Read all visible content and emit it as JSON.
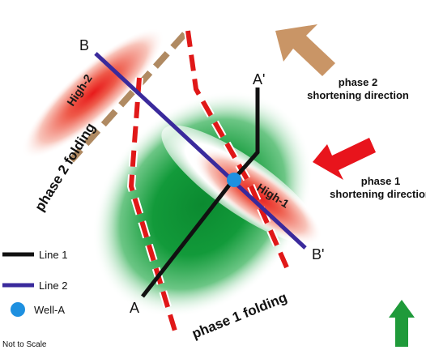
{
  "points": {
    "b": "B",
    "b_prime": "B'",
    "a": "A",
    "a_prime": "A'"
  },
  "highs": {
    "high2": "High-2",
    "high1": "High-1"
  },
  "folds": {
    "phase2": "phase 2 folding",
    "phase1": "phase 1 folding"
  },
  "shortening": {
    "phase2_line1": "phase 2",
    "phase2_line2": "shortening direction",
    "phase1_line1": "phase 1",
    "phase1_line2": "shortening direction"
  },
  "legend": {
    "line1": "Line 1",
    "line2": "Line 2",
    "well": "Well-A"
  },
  "scale_note": "Not to Scale",
  "colors": {
    "line1": "#111111",
    "line2": "#3a2a9c",
    "well": "#1e90e0",
    "fold_red": "#e01818",
    "fold_tan": "#b08a62",
    "arrow_tan": "#c99566",
    "arrow_red": "#e8141c",
    "arrow_green": "#1f9a3a",
    "high_green": "#0a8a30"
  }
}
